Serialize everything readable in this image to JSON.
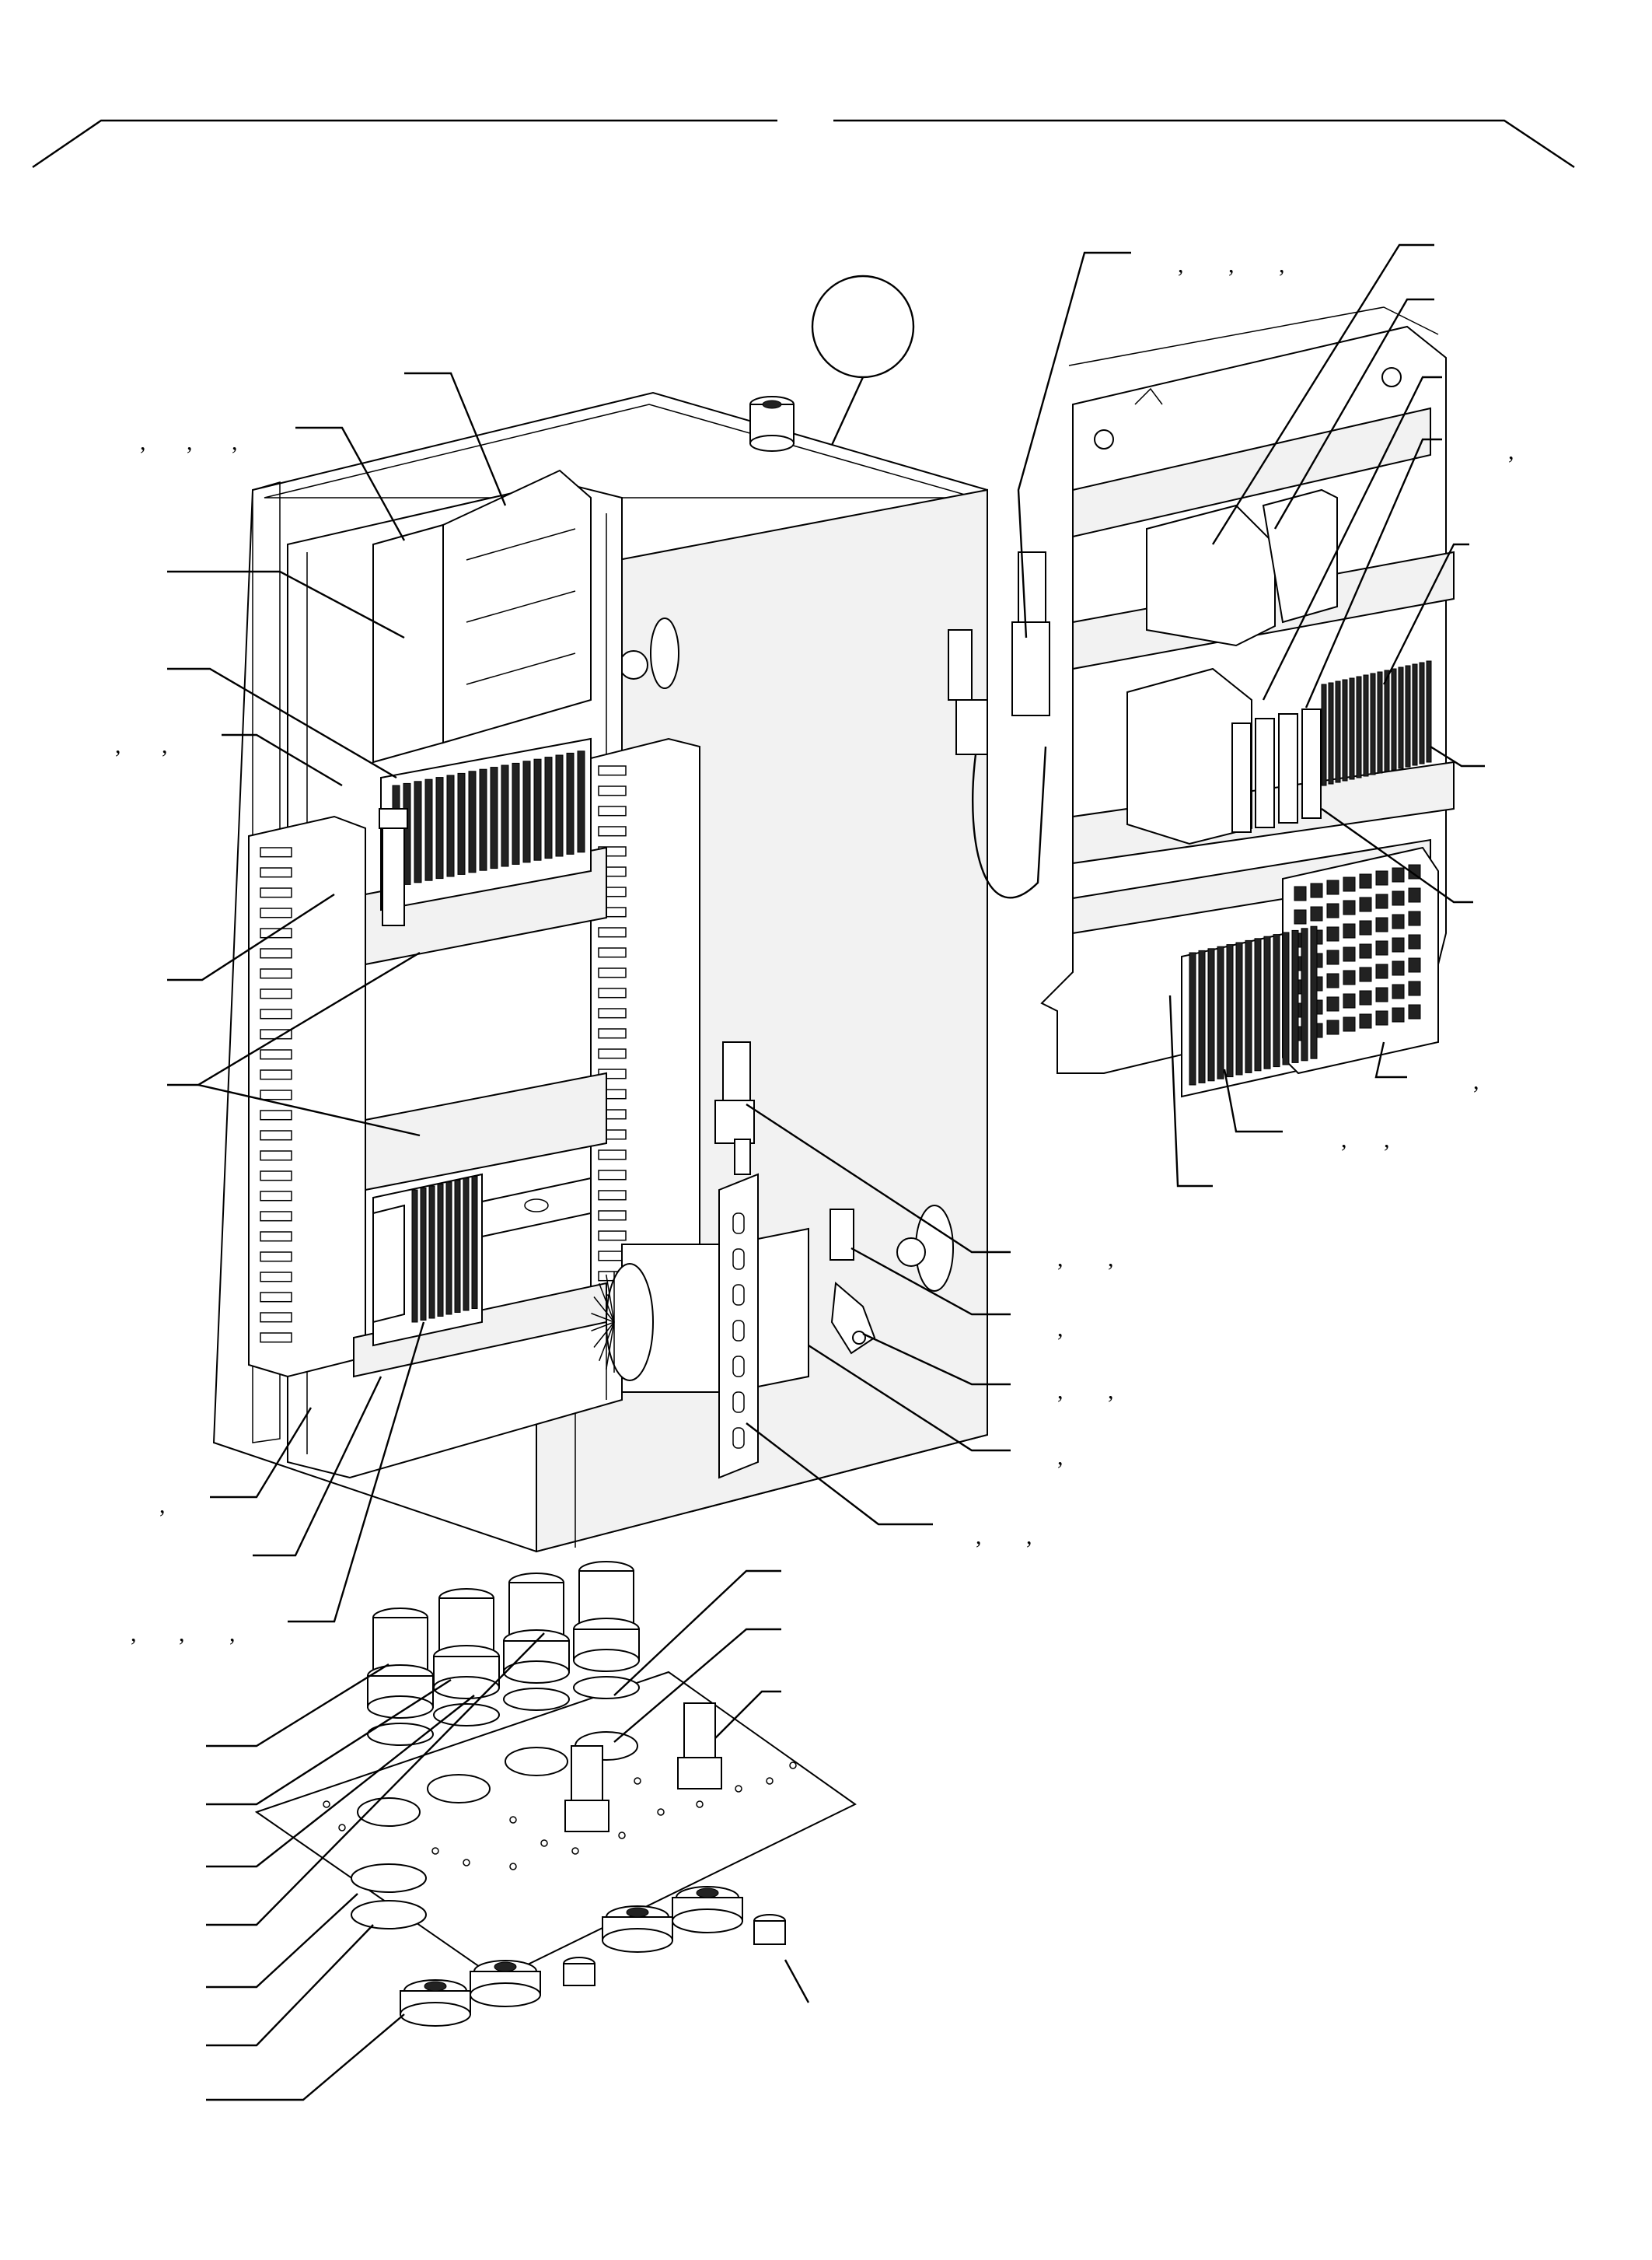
{
  "drawing": {
    "header": {
      "left_text": "",
      "right_text": ""
    },
    "detail_circle_label": "",
    "callout_marks": ","
  },
  "callouts": [
    {
      "id": "c1"
    },
    {
      "id": "c2"
    },
    {
      "id": "c3"
    },
    {
      "id": "c4"
    },
    {
      "id": "c5"
    },
    {
      "id": "c6"
    },
    {
      "id": "c7"
    },
    {
      "id": "c8"
    },
    {
      "id": "c9"
    },
    {
      "id": "c10"
    },
    {
      "id": "c11"
    },
    {
      "id": "c12"
    },
    {
      "id": "c13"
    },
    {
      "id": "c14"
    },
    {
      "id": "c15"
    },
    {
      "id": "c16"
    },
    {
      "id": "c17"
    },
    {
      "id": "c18"
    },
    {
      "id": "c19"
    },
    {
      "id": "c20"
    },
    {
      "id": "c21"
    },
    {
      "id": "c22"
    },
    {
      "id": "c23"
    },
    {
      "id": "c24"
    },
    {
      "id": "c25"
    },
    {
      "id": "c26"
    },
    {
      "id": "c27"
    },
    {
      "id": "c28"
    },
    {
      "id": "c29"
    },
    {
      "id": "c30"
    },
    {
      "id": "c31"
    },
    {
      "id": "c32"
    },
    {
      "id": "c33"
    },
    {
      "id": "c34"
    },
    {
      "id": "c35"
    },
    {
      "id": "c36"
    }
  ]
}
